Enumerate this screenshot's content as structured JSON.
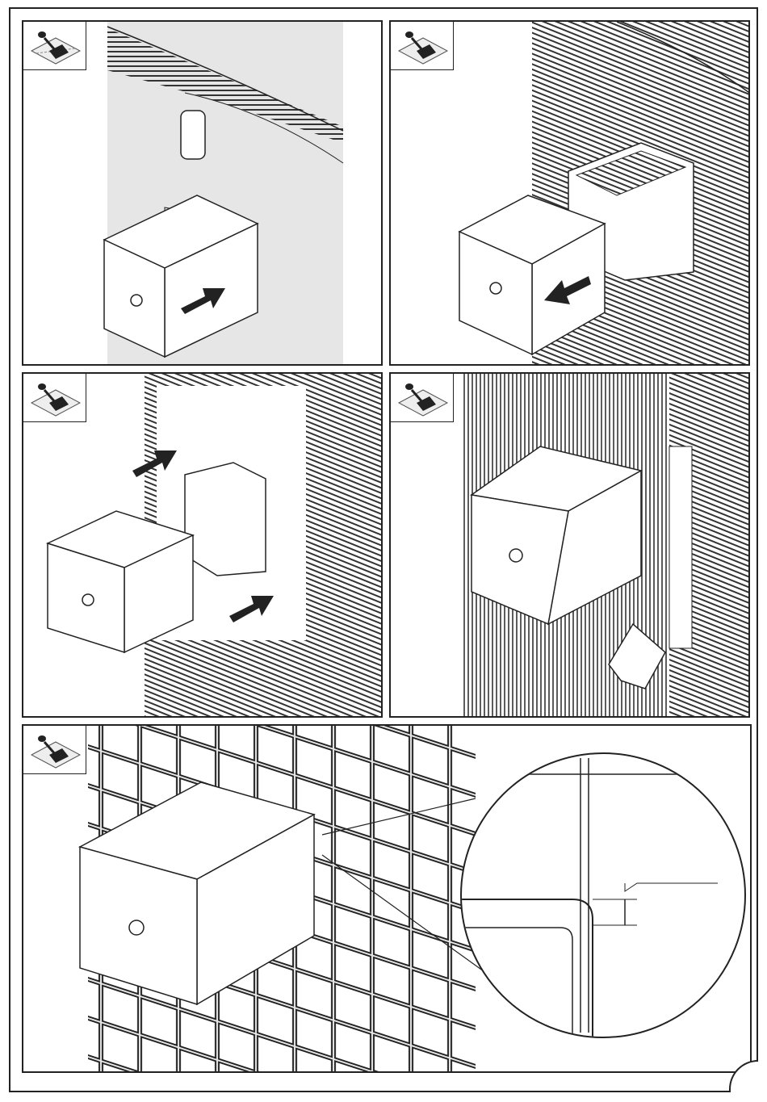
{
  "page": {
    "steps": [
      {
        "icon": "trowel-icon",
        "action": "push-in"
      },
      {
        "icon": "trowel-icon",
        "action": "pull-out"
      },
      {
        "icon": "trowel-icon",
        "action": "push-in"
      },
      {
        "icon": "trowel-icon",
        "action": "installed"
      },
      {
        "icon": "trowel-icon",
        "action": "detail-zoom"
      }
    ],
    "colors": {
      "line": "#222222",
      "wall": "#e6e6e6",
      "paper": "#ffffff",
      "hatch": "#333333"
    }
  }
}
